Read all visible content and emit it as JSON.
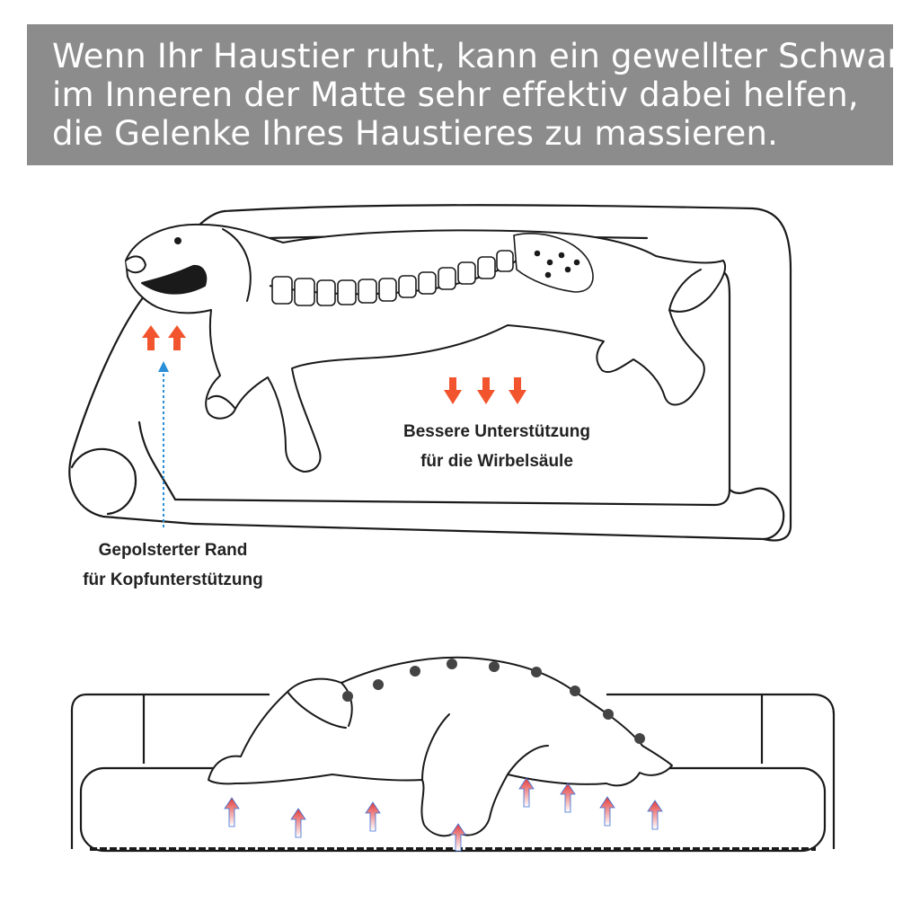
{
  "banner": {
    "lines": [
      "Wenn Ihr Haustier ruht, kann ein gewellter Schwamm",
      "im Inneren der Matte sehr effektiv dabei helfen,",
      "die Gelenke Ihres Haustieres zu massieren."
    ]
  },
  "labels": {
    "spine": {
      "line1": "Bessere Unterstützung",
      "line2": "für die Wirbelsäule"
    },
    "edge": {
      "line1": "Gepolsterter Rand",
      "line2": "für Kopfunterstützung"
    }
  },
  "colors": {
    "banner_bg": "#8c8c8c",
    "arrow_orange": "#f2542d",
    "arrow_red": "#e23b3b",
    "guide_blue": "#2a8fd6",
    "line": "#1a1a1a"
  },
  "icons": {
    "up_arrows": "double-up-arrow-icon",
    "down_arrows": "triple-down-arrow-icon",
    "pressure_arrows": "pressure-up-arrow-icon"
  }
}
